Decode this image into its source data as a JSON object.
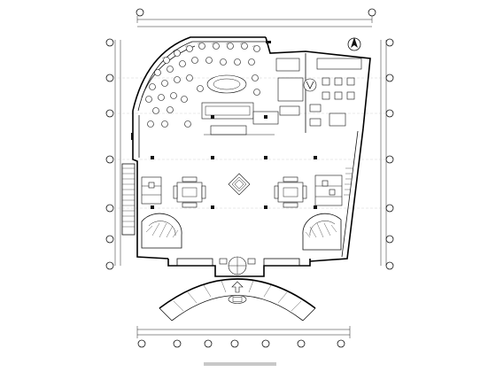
{
  "drawing": {
    "title_caption": "",
    "scale_note": "",
    "labels": {
      "top_dimension": "",
      "entrance_label": "",
      "reception_label": ""
    }
  },
  "watermark": {
    "text": ""
  },
  "axis_bubbles": {
    "left_count": 7,
    "right_count": 7,
    "top_count": 9
  }
}
